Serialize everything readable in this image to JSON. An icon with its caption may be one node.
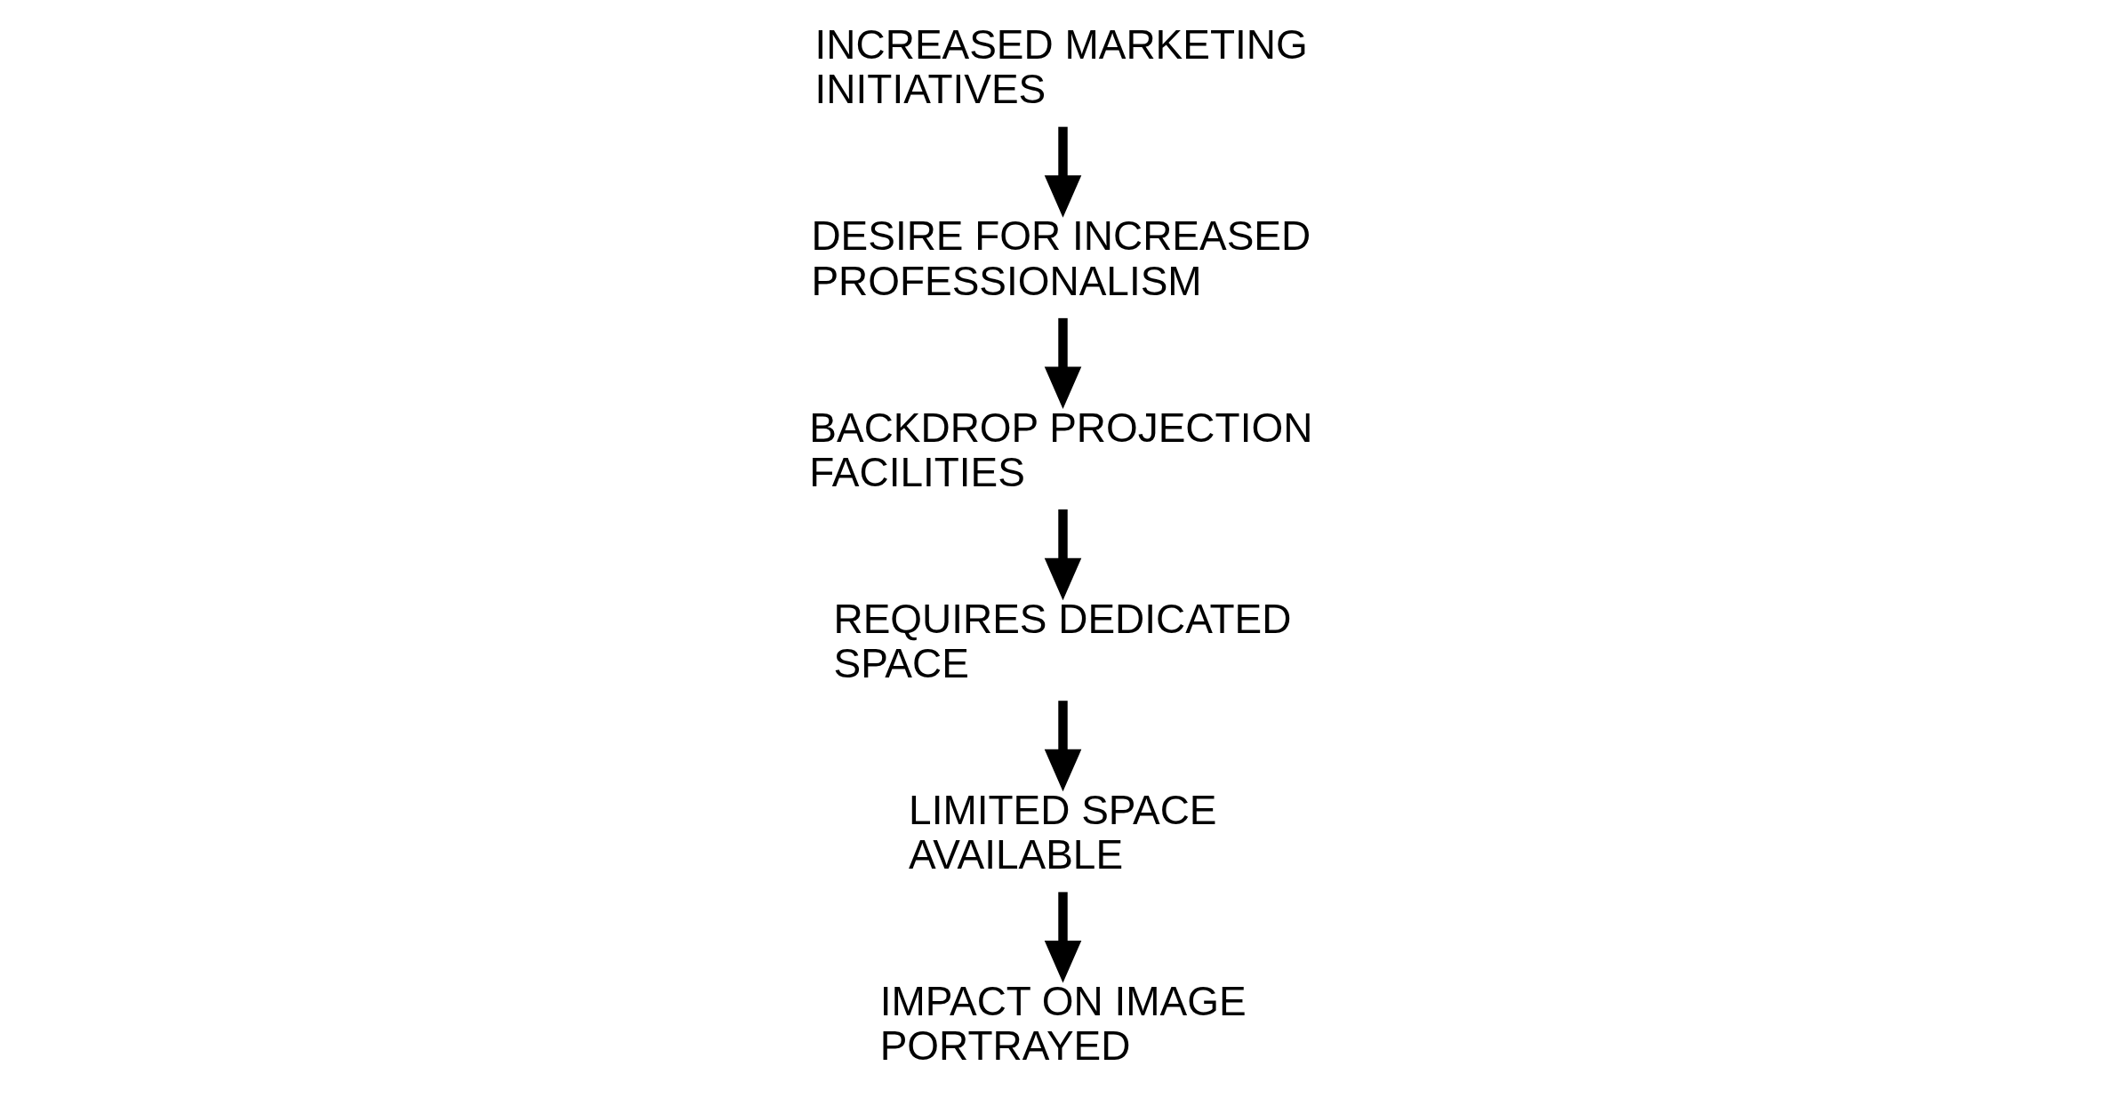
{
  "diagram": {
    "nodes": [
      {
        "text": [
          "INCREASED MARKETING INITIATIVES"
        ]
      },
      {
        "text": [
          "DESIRE FOR INCREASED PROFESSIONALISM"
        ]
      },
      {
        "text": [
          "BACKDROP PROJECTION FACILITIES"
        ]
      },
      {
        "text": [
          "REQUIRES DEDICATED SPACE"
        ]
      },
      {
        "text": [
          "LIMITED SPACE AVAILABLE"
        ]
      },
      {
        "text": [
          "IMPACT ON IMAGE PORTRAYED"
        ]
      }
    ],
    "edges": [
      {
        "from": 0,
        "to": 1,
        "arrow": "to"
      },
      {
        "from": 1,
        "to": 2,
        "arrow": "to"
      },
      {
        "from": 2,
        "to": 3,
        "arrow": "to"
      },
      {
        "from": 3,
        "to": 4,
        "arrow": "to"
      },
      {
        "from": 4,
        "to": 5,
        "arrow": "to"
      }
    ]
  }
}
